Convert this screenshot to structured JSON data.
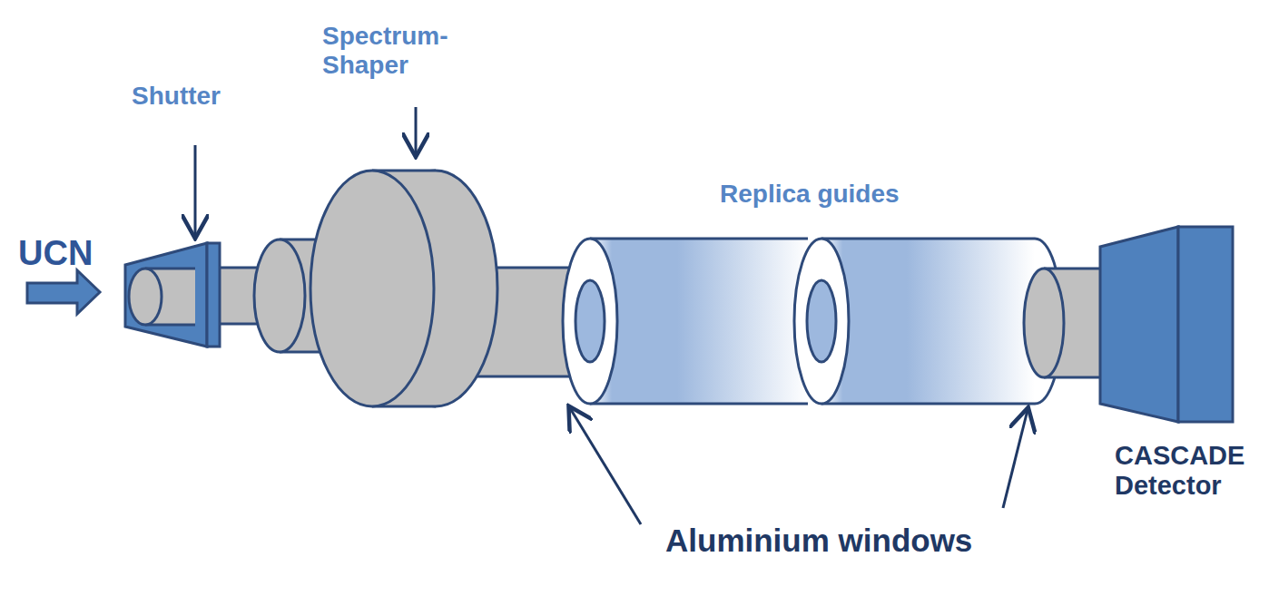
{
  "diagram": {
    "labels": [
      "UCN",
      "Shutter",
      "Spectrum- Shaper",
      "Replica guides",
      "Aluminium windows",
      "CASCADE Detector"
    ]
  }
}
